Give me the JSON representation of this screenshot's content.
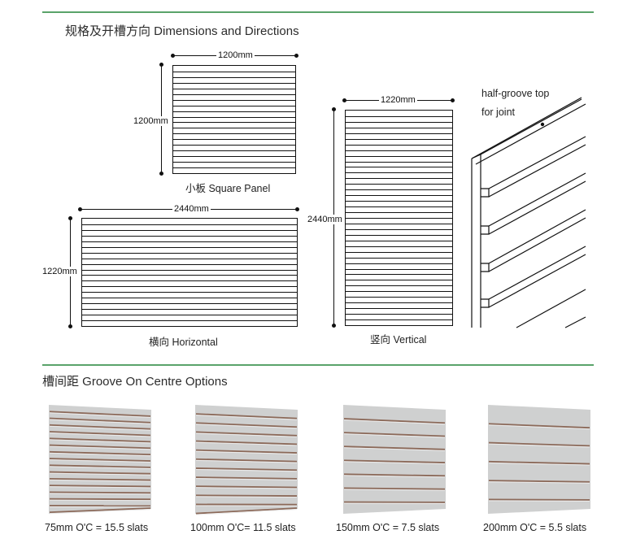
{
  "section_dimensions": {
    "title": "规格及开槽方向 Dimensions and Directions"
  },
  "square_panel": {
    "width_label": "1200mm",
    "height_label": "1200mm",
    "caption": "小板  Square Panel"
  },
  "horizontal_panel": {
    "width_label": "2440mm",
    "height_label": "1220mm",
    "caption": "横向 Horizontal"
  },
  "vertical_panel": {
    "width_label": "1220mm",
    "height_label": "2440mm",
    "caption": "竖向 Vertical"
  },
  "detail": {
    "note_line1": "half-groove top",
    "note_line2": "for joint"
  },
  "section_options": {
    "title": "槽间距 Groove On Centre Options"
  },
  "options": [
    {
      "label": "75mm O'C = 15.5 slats",
      "slats": 15.5
    },
    {
      "label": "100mm O'C= 11.5 slats",
      "slats": 11.5
    },
    {
      "label": "150mm O'C = 7.5 slats",
      "slats": 7.5
    },
    {
      "label": "200mm O'C = 5.5 slats",
      "slats": 5.5
    }
  ],
  "colors": {
    "rule": "#5aa36a",
    "line": "#111111",
    "panel_face": "#cfd0d0",
    "groove": "#8c6a5a"
  }
}
